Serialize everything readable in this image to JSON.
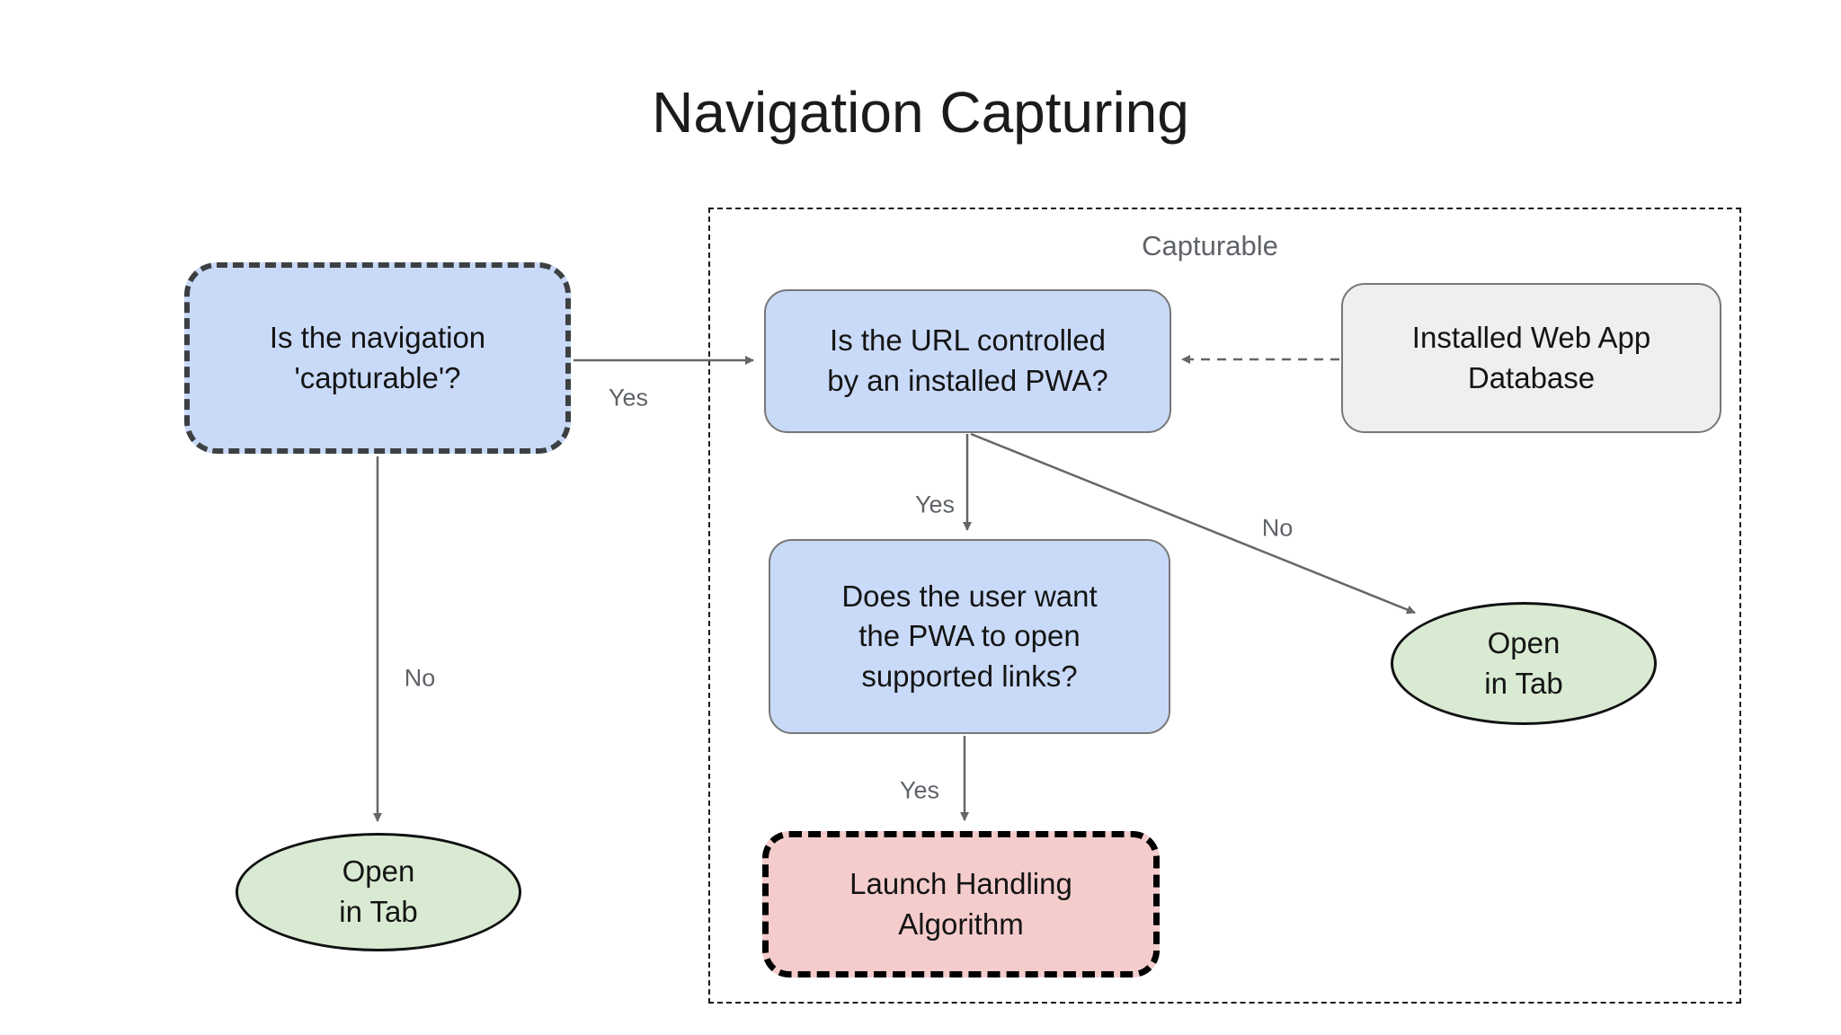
{
  "title": "Navigation Capturing",
  "container": {
    "label": "Capturable"
  },
  "nodes": {
    "nav_capturable": {
      "text": "Is the navigation\n'capturable'?"
    },
    "url_controlled": {
      "text": "Is the URL controlled\nby an installed PWA?"
    },
    "webapp_db": {
      "text": "Installed Web App\nDatabase"
    },
    "user_wants": {
      "text": "Does the user want\nthe PWA to open\nsupported links?"
    },
    "launch_handling": {
      "text": "Launch Handling\nAlgorithm"
    },
    "open_in_tab_left": {
      "text": "Open\nin Tab"
    },
    "open_in_tab_right": {
      "text": "Open\nin Tab"
    }
  },
  "edges": {
    "nav_no_label": "No",
    "nav_yes_label": "Yes",
    "url_yes_label": "Yes",
    "url_no_label": "No",
    "user_yes_label": "Yes"
  },
  "colors": {
    "node_blue": "#c9daf8",
    "node_green": "#d9ead3",
    "node_pink": "#f4cccc",
    "node_gray": "#efefef",
    "arrow_gray": "#666666",
    "label_gray": "#5f6368",
    "border_dark": "#3d4043"
  }
}
